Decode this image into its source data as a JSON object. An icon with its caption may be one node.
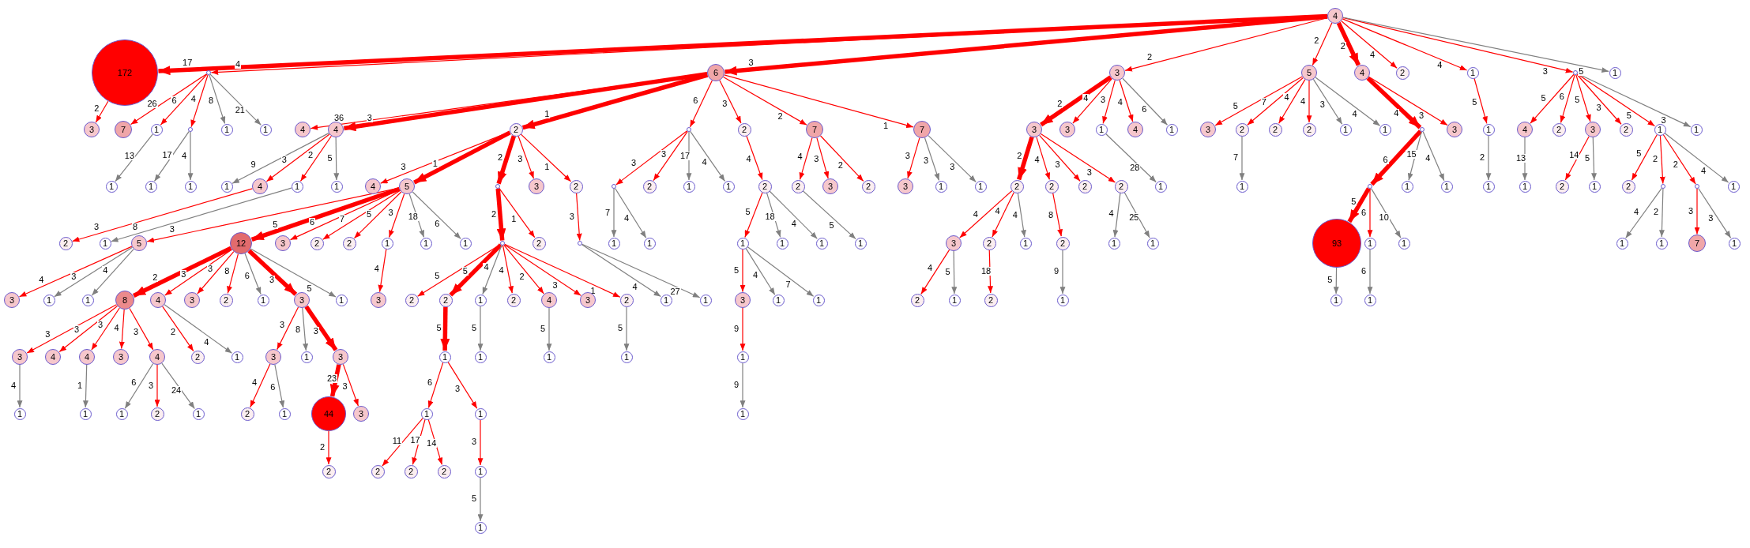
{
  "diagram": {
    "nodes": [
      {
        "text": [
          "4"
        ]
      },
      {
        "text": [
          "172"
        ]
      },
      {
        "text": [],
        "shape": "circle"
      },
      {
        "text": [
          "6"
        ]
      },
      {
        "text": [
          "3"
        ]
      },
      {
        "text": [
          "5"
        ]
      },
      {
        "text": [
          "4"
        ]
      },
      {
        "text": [
          "2"
        ]
      },
      {
        "text": [
          "1"
        ]
      },
      {
        "text": [],
        "shape": "circle"
      },
      {
        "text": [
          "1"
        ]
      },
      {
        "text": [
          "3"
        ]
      },
      {
        "text": [
          "7"
        ]
      },
      {
        "text": [
          "1"
        ]
      },
      {
        "text": [],
        "shape": "circle"
      },
      {
        "text": [
          "1"
        ]
      },
      {
        "text": [
          "1"
        ]
      },
      {
        "text": [
          "4"
        ]
      },
      {
        "text": [
          "4"
        ]
      },
      {
        "text": [
          "2"
        ]
      },
      {
        "text": [],
        "shape": "circle"
      },
      {
        "text": [
          "2"
        ]
      },
      {
        "text": [
          "7"
        ]
      },
      {
        "text": [
          "7"
        ]
      },
      {
        "text": [
          "3"
        ]
      },
      {
        "text": [
          "3"
        ]
      },
      {
        "text": [
          "1"
        ]
      },
      {
        "text": [
          "4"
        ]
      },
      {
        "text": [
          "1"
        ]
      },
      {
        "text": [
          "3"
        ]
      },
      {
        "text": [
          "2"
        ]
      },
      {
        "text": [
          "2"
        ]
      },
      {
        "text": [
          "2"
        ]
      },
      {
        "text": [
          "1"
        ]
      },
      {
        "text": [
          "1"
        ]
      },
      {
        "text": [],
        "shape": "circle"
      },
      {
        "text": [
          "3"
        ]
      },
      {
        "text": [
          "1"
        ]
      },
      {
        "text": [
          "4"
        ]
      },
      {
        "text": [
          "2"
        ]
      },
      {
        "text": [
          "3"
        ]
      },
      {
        "text": [
          "2"
        ]
      },
      {
        "text": [
          "1"
        ]
      },
      {
        "text": [
          "1"
        ]
      },
      {
        "text": [
          "1"
        ]
      },
      {
        "text": [
          "1"
        ]
      },
      {
        "text": [
          "1"
        ]
      },
      {
        "text": [
          "1"
        ]
      },
      {
        "text": [
          "4"
        ]
      },
      {
        "text": [
          "1"
        ]
      },
      {
        "text": [
          "1"
        ]
      },
      {
        "text": [
          "4"
        ]
      },
      {
        "text": [
          "5"
        ]
      },
      {
        "text": [],
        "shape": "circle"
      },
      {
        "text": [
          "3"
        ]
      },
      {
        "text": [
          "2"
        ]
      },
      {
        "text": [],
        "shape": "circle"
      },
      {
        "text": [
          "2"
        ]
      },
      {
        "text": [
          "1"
        ]
      },
      {
        "text": [
          "1"
        ]
      },
      {
        "text": [
          "2"
        ]
      },
      {
        "text": [
          "2"
        ]
      },
      {
        "text": [
          "3"
        ]
      },
      {
        "text": [
          "2"
        ]
      },
      {
        "text": [
          "3"
        ]
      },
      {
        "text": [
          "1"
        ]
      },
      {
        "text": [
          "1"
        ]
      },
      {
        "text": [
          "2"
        ]
      },
      {
        "text": [
          "2"
        ]
      },
      {
        "text": [
          "2"
        ]
      },
      {
        "text": [
          "2"
        ]
      },
      {
        "text": [
          "1"
        ]
      },
      {
        "text": [
          "1"
        ]
      },
      {
        "text": [],
        "shape": "circle"
      },
      {
        "text": [
          "1"
        ]
      },
      {
        "text": [
          "1"
        ]
      },
      {
        "text": [
          "1"
        ]
      },
      {
        "text": [
          "1"
        ]
      },
      {
        "text": [
          "2"
        ]
      },
      {
        "text": [
          "1"
        ]
      },
      {
        "text": [
          "2"
        ]
      },
      {
        "text": [],
        "shape": "circle"
      },
      {
        "text": [],
        "shape": "circle"
      },
      {
        "text": [
          "1"
        ]
      },
      {
        "text": [
          "2"
        ]
      },
      {
        "text": [
          "1"
        ]
      },
      {
        "text": [
          "5"
        ]
      },
      {
        "text": [
          "12"
        ]
      },
      {
        "text": [
          "3"
        ]
      },
      {
        "text": [
          "2"
        ]
      },
      {
        "text": [
          "2"
        ]
      },
      {
        "text": [
          "1"
        ]
      },
      {
        "text": [
          "1"
        ]
      },
      {
        "text": [
          "1"
        ]
      },
      {
        "text": [],
        "shape": "circle"
      },
      {
        "text": [
          "2"
        ]
      },
      {
        "text": [],
        "shape": "circle"
      },
      {
        "text": [
          "1"
        ]
      },
      {
        "text": [
          "1"
        ]
      },
      {
        "text": [
          "1"
        ]
      },
      {
        "text": [
          "1"
        ]
      },
      {
        "text": [
          "1"
        ]
      },
      {
        "text": [
          "1"
        ]
      },
      {
        "text": [
          "3"
        ]
      },
      {
        "text": [
          "2"
        ]
      },
      {
        "text": [
          "1"
        ]
      },
      {
        "text": [
          "2"
        ]
      },
      {
        "text": [
          "1"
        ]
      },
      {
        "text": [
          "1"
        ]
      },
      {
        "text": [
          "93"
        ]
      },
      {
        "text": [
          "1"
        ]
      },
      {
        "text": [
          "1"
        ]
      },
      {
        "text": [
          "1"
        ]
      },
      {
        "text": [
          "1"
        ]
      },
      {
        "text": [
          "7"
        ]
      },
      {
        "text": [
          "1"
        ]
      },
      {
        "text": [
          "3"
        ]
      },
      {
        "text": [
          "1"
        ]
      },
      {
        "text": [
          "1"
        ]
      },
      {
        "text": [
          "8"
        ]
      },
      {
        "text": [
          "4"
        ]
      },
      {
        "text": [
          "3"
        ]
      },
      {
        "text": [
          "2"
        ]
      },
      {
        "text": [
          "1"
        ]
      },
      {
        "text": [
          "3"
        ]
      },
      {
        "text": [
          "1"
        ]
      },
      {
        "text": [
          "3"
        ]
      },
      {
        "text": [
          "2"
        ]
      },
      {
        "text": [
          "2"
        ]
      },
      {
        "text": [
          "1"
        ]
      },
      {
        "text": [
          "2"
        ]
      },
      {
        "text": [
          "4"
        ]
      },
      {
        "text": [
          "3"
        ]
      },
      {
        "text": [
          "2"
        ]
      },
      {
        "text": [
          "1"
        ]
      },
      {
        "text": [
          "1"
        ]
      },
      {
        "text": [
          "3"
        ]
      },
      {
        "text": [
          "1"
        ]
      },
      {
        "text": [
          "1"
        ]
      },
      {
        "text": [
          "2"
        ]
      },
      {
        "text": [
          "1"
        ]
      },
      {
        "text": [
          "2"
        ]
      },
      {
        "text": [
          "1"
        ]
      },
      {
        "text": [
          "1"
        ]
      },
      {
        "text": [
          "1"
        ]
      },
      {
        "text": [
          "3"
        ]
      },
      {
        "text": [
          "4"
        ]
      },
      {
        "text": [
          "4"
        ]
      },
      {
        "text": [
          "3"
        ]
      },
      {
        "text": [
          "4"
        ]
      },
      {
        "text": [
          "2"
        ]
      },
      {
        "text": [
          "1"
        ]
      },
      {
        "text": [
          "3"
        ]
      },
      {
        "text": [
          "1"
        ]
      },
      {
        "text": [
          "3"
        ]
      },
      {
        "text": [
          "1"
        ]
      },
      {
        "text": [
          "1"
        ]
      },
      {
        "text": [
          "1"
        ]
      },
      {
        "text": [
          "1"
        ]
      },
      {
        "text": [
          "1"
        ]
      },
      {
        "text": [
          "1"
        ]
      },
      {
        "text": [
          "1"
        ]
      },
      {
        "text": [
          "1"
        ]
      },
      {
        "text": [
          "2"
        ]
      },
      {
        "text": [
          "1"
        ]
      },
      {
        "text": [
          "2"
        ]
      },
      {
        "text": [
          "1"
        ]
      },
      {
        "text": [
          "44"
        ]
      },
      {
        "text": [
          "3"
        ]
      },
      {
        "text": [
          "1"
        ]
      },
      {
        "text": [
          "1"
        ]
      },
      {
        "text": [
          "1"
        ]
      },
      {
        "text": [
          "2"
        ]
      },
      {
        "text": [
          "2"
        ]
      },
      {
        "text": [
          "2"
        ]
      },
      {
        "text": [
          "2"
        ]
      },
      {
        "text": [
          "1"
        ]
      },
      {
        "text": [
          "1"
        ]
      }
    ],
    "edges": [
      {
        "from": 0,
        "to": 1,
        "arrow": "to",
        "label": "17",
        "style": "thick"
      },
      {
        "from": 0,
        "to": 2,
        "arrow": "to",
        "label": "4"
      },
      {
        "from": 0,
        "to": 3,
        "arrow": "to",
        "label": "3",
        "style": "thick"
      },
      {
        "from": 0,
        "to": 4,
        "arrow": "to",
        "label": "2"
      },
      {
        "from": 0,
        "to": 5,
        "arrow": "to",
        "label": "2"
      },
      {
        "from": 0,
        "to": 6,
        "arrow": "to",
        "label": "2",
        "style": "thick"
      },
      {
        "from": 0,
        "to": 7,
        "arrow": "to",
        "label": "4"
      },
      {
        "from": 0,
        "to": 8,
        "arrow": "to",
        "label": "4"
      },
      {
        "from": 0,
        "to": 9,
        "arrow": "to",
        "label": "3"
      },
      {
        "from": 0,
        "to": 10,
        "arrow": "to",
        "label": "5",
        "color": "#808080"
      },
      {
        "from": 1,
        "to": 11,
        "arrow": "to",
        "label": "2"
      },
      {
        "from": 2,
        "to": 12,
        "arrow": "to",
        "label": "26"
      },
      {
        "from": 2,
        "to": 13,
        "arrow": "to",
        "label": "6"
      },
      {
        "from": 2,
        "to": 14,
        "arrow": "to",
        "label": "4"
      },
      {
        "from": 2,
        "to": 15,
        "arrow": "to",
        "label": "8",
        "color": "#808080"
      },
      {
        "from": 2,
        "to": 16,
        "arrow": "to",
        "label": "21",
        "color": "#808080"
      },
      {
        "from": 3,
        "to": 17,
        "arrow": "to",
        "label": "36"
      },
      {
        "from": 3,
        "to": 18,
        "arrow": "to",
        "label": "3",
        "style": "thick"
      },
      {
        "from": 3,
        "to": 19,
        "arrow": "to",
        "label": "1",
        "style": "thick"
      },
      {
        "from": 3,
        "to": 20,
        "arrow": "to",
        "label": "6"
      },
      {
        "from": 3,
        "to": 21,
        "arrow": "to",
        "label": "3"
      },
      {
        "from": 3,
        "to": 22,
        "arrow": "to",
        "label": "2"
      },
      {
        "from": 3,
        "to": 23,
        "arrow": "to",
        "label": "1"
      },
      {
        "from": 4,
        "to": 24,
        "arrow": "to",
        "label": "2",
        "style": "thick"
      },
      {
        "from": 4,
        "to": 25,
        "arrow": "to",
        "label": "4"
      },
      {
        "from": 4,
        "to": 26,
        "arrow": "to",
        "label": "3"
      },
      {
        "from": 4,
        "to": 27,
        "arrow": "to",
        "label": "4"
      },
      {
        "from": 4,
        "to": 28,
        "arrow": "to",
        "label": "6",
        "color": "#808080"
      },
      {
        "from": 5,
        "to": 29,
        "arrow": "to",
        "label": "5"
      },
      {
        "from": 5,
        "to": 30,
        "arrow": "to",
        "label": "7"
      },
      {
        "from": 5,
        "to": 31,
        "arrow": "to",
        "label": "4"
      },
      {
        "from": 5,
        "to": 32,
        "arrow": "to",
        "label": "4"
      },
      {
        "from": 5,
        "to": 33,
        "arrow": "to",
        "label": "3",
        "color": "#808080"
      },
      {
        "from": 5,
        "to": 34,
        "arrow": "to",
        "label": "4",
        "color": "#808080"
      },
      {
        "from": 6,
        "to": 35,
        "arrow": "to",
        "label": "4",
        "style": "thick"
      },
      {
        "from": 6,
        "to": 36,
        "arrow": "to",
        "label": "3"
      },
      {
        "from": 8,
        "to": 37,
        "arrow": "to",
        "label": "5"
      },
      {
        "from": 9,
        "to": 38,
        "arrow": "to",
        "label": "5"
      },
      {
        "from": 9,
        "to": 39,
        "arrow": "to",
        "label": "6"
      },
      {
        "from": 9,
        "to": 40,
        "arrow": "to",
        "label": "5"
      },
      {
        "from": 9,
        "to": 41,
        "arrow": "to",
        "label": "3"
      },
      {
        "from": 9,
        "to": 42,
        "arrow": "to",
        "label": "5"
      },
      {
        "from": 9,
        "to": 43,
        "arrow": "to",
        "label": "3",
        "color": "#808080"
      },
      {
        "from": 13,
        "to": 44,
        "arrow": "to",
        "label": "13",
        "color": "#808080"
      },
      {
        "from": 14,
        "to": 45,
        "arrow": "to",
        "label": "17",
        "color": "#808080"
      },
      {
        "from": 14,
        "to": 46,
        "arrow": "to",
        "label": "4",
        "color": "#808080"
      },
      {
        "from": 18,
        "to": 47,
        "arrow": "to",
        "label": "9",
        "color": "#808080"
      },
      {
        "from": 18,
        "to": 48,
        "arrow": "to",
        "label": "3"
      },
      {
        "from": 18,
        "to": 49,
        "arrow": "to",
        "label": "2"
      },
      {
        "from": 18,
        "to": 50,
        "arrow": "to",
        "label": "5",
        "color": "#808080"
      },
      {
        "from": 19,
        "to": 51,
        "arrow": "to",
        "label": "3"
      },
      {
        "from": 19,
        "to": 52,
        "arrow": "to",
        "label": "1",
        "style": "thick"
      },
      {
        "from": 19,
        "to": 53,
        "arrow": "to",
        "label": "2",
        "style": "thick"
      },
      {
        "from": 19,
        "to": 54,
        "arrow": "to",
        "label": "3"
      },
      {
        "from": 19,
        "to": 55,
        "arrow": "to",
        "label": "1"
      },
      {
        "from": 20,
        "to": 56,
        "arrow": "to",
        "label": "3"
      },
      {
        "from": 20,
        "to": 57,
        "arrow": "to",
        "label": "3"
      },
      {
        "from": 20,
        "to": 58,
        "arrow": "to",
        "label": "17",
        "color": "#808080"
      },
      {
        "from": 20,
        "to": 59,
        "arrow": "to",
        "label": "4",
        "color": "#808080"
      },
      {
        "from": 21,
        "to": 60,
        "arrow": "to",
        "label": "4"
      },
      {
        "from": 22,
        "to": 61,
        "arrow": "to",
        "label": "4"
      },
      {
        "from": 22,
        "to": 62,
        "arrow": "to",
        "label": "3"
      },
      {
        "from": 22,
        "to": 63,
        "arrow": "to",
        "label": "2"
      },
      {
        "from": 23,
        "to": 64,
        "arrow": "to",
        "label": "3"
      },
      {
        "from": 23,
        "to": 65,
        "arrow": "to",
        "label": "3",
        "color": "#808080"
      },
      {
        "from": 23,
        "to": 66,
        "arrow": "to",
        "label": "3",
        "color": "#808080"
      },
      {
        "from": 24,
        "to": 67,
        "arrow": "to",
        "label": "2",
        "style": "thick"
      },
      {
        "from": 24,
        "to": 68,
        "arrow": "to",
        "label": "4"
      },
      {
        "from": 24,
        "to": 69,
        "arrow": "to",
        "label": "3"
      },
      {
        "from": 24,
        "to": 70,
        "arrow": "to",
        "label": "3"
      },
      {
        "from": 26,
        "to": 71,
        "arrow": "to",
        "label": "28",
        "color": "#808080"
      },
      {
        "from": 30,
        "to": 72,
        "arrow": "to",
        "label": "7",
        "color": "#808080"
      },
      {
        "from": 35,
        "to": 73,
        "arrow": "to",
        "label": "6",
        "style": "thick"
      },
      {
        "from": 35,
        "to": 74,
        "arrow": "to",
        "label": "15",
        "color": "#808080"
      },
      {
        "from": 35,
        "to": 75,
        "arrow": "to",
        "label": "4",
        "color": "#808080"
      },
      {
        "from": 37,
        "to": 76,
        "arrow": "to",
        "label": "2",
        "color": "#808080"
      },
      {
        "from": 38,
        "to": 77,
        "arrow": "to",
        "label": "13",
        "color": "#808080"
      },
      {
        "from": 40,
        "to": 78,
        "arrow": "to",
        "label": "14"
      },
      {
        "from": 40,
        "to": 79,
        "arrow": "to",
        "label": "5",
        "color": "#808080"
      },
      {
        "from": 42,
        "to": 80,
        "arrow": "to",
        "label": "5"
      },
      {
        "from": 42,
        "to": 81,
        "arrow": "to",
        "label": "2"
      },
      {
        "from": 42,
        "to": 82,
        "arrow": "to",
        "label": "2"
      },
      {
        "from": 42,
        "to": 83,
        "arrow": "to",
        "label": "4",
        "color": "#808080"
      },
      {
        "from": 48,
        "to": 84,
        "arrow": "to",
        "label": "3"
      },
      {
        "from": 49,
        "to": 85,
        "arrow": "to",
        "label": "8",
        "color": "#808080"
      },
      {
        "from": 52,
        "to": 86,
        "arrow": "to",
        "label": "3"
      },
      {
        "from": 52,
        "to": 87,
        "arrow": "to",
        "label": "5",
        "style": "thick"
      },
      {
        "from": 52,
        "to": 88,
        "arrow": "to",
        "label": "6"
      },
      {
        "from": 52,
        "to": 89,
        "arrow": "to",
        "label": "7"
      },
      {
        "from": 52,
        "to": 90,
        "arrow": "to",
        "label": "5"
      },
      {
        "from": 52,
        "to": 91,
        "arrow": "to",
        "label": "3"
      },
      {
        "from": 52,
        "to": 92,
        "arrow": "to",
        "label": "18",
        "color": "#808080"
      },
      {
        "from": 52,
        "to": 93,
        "arrow": "to",
        "label": "6",
        "color": "#808080"
      },
      {
        "from": 53,
        "to": 94,
        "arrow": "to",
        "label": "2",
        "style": "thick"
      },
      {
        "from": 53,
        "to": 95,
        "arrow": "to",
        "label": "1"
      },
      {
        "from": 55,
        "to": 96,
        "arrow": "to",
        "label": "3"
      },
      {
        "from": 56,
        "to": 97,
        "arrow": "to",
        "label": "7",
        "color": "#808080"
      },
      {
        "from": 56,
        "to": 98,
        "arrow": "to",
        "label": "4",
        "color": "#808080"
      },
      {
        "from": 60,
        "to": 99,
        "arrow": "to",
        "label": "5"
      },
      {
        "from": 60,
        "to": 100,
        "arrow": "to",
        "label": "18",
        "color": "#808080"
      },
      {
        "from": 60,
        "to": 101,
        "arrow": "to",
        "label": "4",
        "color": "#808080"
      },
      {
        "from": 61,
        "to": 102,
        "arrow": "to",
        "label": "5",
        "color": "#808080"
      },
      {
        "from": 67,
        "to": 103,
        "arrow": "to",
        "label": "4"
      },
      {
        "from": 67,
        "to": 104,
        "arrow": "to",
        "label": "4"
      },
      {
        "from": 67,
        "to": 105,
        "arrow": "to",
        "label": "4",
        "color": "#808080"
      },
      {
        "from": 68,
        "to": 106,
        "arrow": "to",
        "label": "8"
      },
      {
        "from": 70,
        "to": 107,
        "arrow": "to",
        "label": "4",
        "color": "#808080"
      },
      {
        "from": 70,
        "to": 108,
        "arrow": "to",
        "label": "25",
        "color": "#808080"
      },
      {
        "from": 73,
        "to": 109,
        "arrow": "to",
        "label": "5",
        "style": "thick"
      },
      {
        "from": 73,
        "to": 110,
        "arrow": "to",
        "label": "6"
      },
      {
        "from": 73,
        "to": 111,
        "arrow": "to",
        "label": "10",
        "color": "#808080"
      },
      {
        "from": 81,
        "to": 112,
        "arrow": "to",
        "label": "4",
        "color": "#808080"
      },
      {
        "from": 81,
        "to": 113,
        "arrow": "to",
        "label": "2",
        "color": "#808080"
      },
      {
        "from": 82,
        "to": 114,
        "arrow": "to",
        "label": "3"
      },
      {
        "from": 82,
        "to": 115,
        "arrow": "to",
        "label": "3",
        "color": "#808080"
      },
      {
        "from": 86,
        "to": 116,
        "arrow": "to",
        "label": "4"
      },
      {
        "from": 86,
        "to": 117,
        "arrow": "to",
        "label": "3",
        "color": "#808080"
      },
      {
        "from": 86,
        "to": 118,
        "arrow": "to",
        "label": "4",
        "color": "#808080"
      },
      {
        "from": 87,
        "to": 119,
        "arrow": "to",
        "label": "2",
        "style": "thick"
      },
      {
        "from": 87,
        "to": 120,
        "arrow": "to",
        "label": "3"
      },
      {
        "from": 87,
        "to": 121,
        "arrow": "to",
        "label": "3"
      },
      {
        "from": 87,
        "to": 122,
        "arrow": "to",
        "label": "8"
      },
      {
        "from": 87,
        "to": 123,
        "arrow": "to",
        "label": "6",
        "color": "#808080"
      },
      {
        "from": 87,
        "to": 124,
        "arrow": "to",
        "label": "3",
        "style": "thick"
      },
      {
        "from": 87,
        "to": 125,
        "arrow": "to",
        "label": "5",
        "color": "#808080"
      },
      {
        "from": 91,
        "to": 126,
        "arrow": "to",
        "label": "4"
      },
      {
        "from": 94,
        "to": 127,
        "arrow": "to",
        "label": "5"
      },
      {
        "from": 94,
        "to": 128,
        "arrow": "to",
        "label": "5",
        "style": "thick"
      },
      {
        "from": 94,
        "to": 129,
        "arrow": "to",
        "label": "4",
        "color": "#808080"
      },
      {
        "from": 94,
        "to": 130,
        "arrow": "to",
        "label": "4"
      },
      {
        "from": 94,
        "to": 131,
        "arrow": "to",
        "label": "2"
      },
      {
        "from": 94,
        "to": 132,
        "arrow": "to",
        "label": "3"
      },
      {
        "from": 94,
        "to": 133,
        "arrow": "to",
        "label": "1"
      },
      {
        "from": 96,
        "to": 134,
        "arrow": "to",
        "label": "4",
        "color": "#808080"
      },
      {
        "from": 96,
        "to": 135,
        "arrow": "to",
        "label": "27",
        "color": "#808080"
      },
      {
        "from": 99,
        "to": 136,
        "arrow": "to",
        "label": "5"
      },
      {
        "from": 99,
        "to": 137,
        "arrow": "to",
        "label": "4",
        "color": "#808080"
      },
      {
        "from": 99,
        "to": 138,
        "arrow": "to",
        "label": "7",
        "color": "#808080"
      },
      {
        "from": 103,
        "to": 139,
        "arrow": "to",
        "label": "4"
      },
      {
        "from": 103,
        "to": 140,
        "arrow": "to",
        "label": "5",
        "color": "#808080"
      },
      {
        "from": 104,
        "to": 141,
        "arrow": "to",
        "label": "18"
      },
      {
        "from": 106,
        "to": 142,
        "arrow": "to",
        "label": "9",
        "color": "#808080"
      },
      {
        "from": 109,
        "to": 143,
        "arrow": "to",
        "label": "5",
        "color": "#808080"
      },
      {
        "from": 110,
        "to": 144,
        "arrow": "to",
        "label": "6",
        "color": "#808080"
      },
      {
        "from": 119,
        "to": 145,
        "arrow": "to",
        "label": "3"
      },
      {
        "from": 119,
        "to": 146,
        "arrow": "to",
        "label": "3"
      },
      {
        "from": 119,
        "to": 147,
        "arrow": "to",
        "label": "3"
      },
      {
        "from": 119,
        "to": 148,
        "arrow": "to",
        "label": "4"
      },
      {
        "from": 119,
        "to": 149,
        "arrow": "to",
        "label": "3"
      },
      {
        "from": 120,
        "to": 150,
        "arrow": "to",
        "label": "2"
      },
      {
        "from": 120,
        "to": 151,
        "arrow": "to",
        "label": "4",
        "color": "#808080"
      },
      {
        "from": 124,
        "to": 152,
        "arrow": "to",
        "label": "3"
      },
      {
        "from": 124,
        "to": 153,
        "arrow": "to",
        "label": "8",
        "color": "#808080"
      },
      {
        "from": 124,
        "to": 154,
        "arrow": "to",
        "label": "3",
        "style": "thick"
      },
      {
        "from": 128,
        "to": 155,
        "arrow": "to",
        "label": "5",
        "style": "thick"
      },
      {
        "from": 129,
        "to": 156,
        "arrow": "to",
        "label": "5",
        "color": "#808080"
      },
      {
        "from": 131,
        "to": 157,
        "arrow": "to",
        "label": "5",
        "color": "#808080"
      },
      {
        "from": 133,
        "to": 158,
        "arrow": "to",
        "label": "5",
        "color": "#808080"
      },
      {
        "from": 136,
        "to": 159,
        "arrow": "to",
        "label": "9"
      },
      {
        "from": 145,
        "to": 160,
        "arrow": "to",
        "label": "4",
        "color": "#808080"
      },
      {
        "from": 147,
        "to": 161,
        "arrow": "to",
        "label": "1",
        "color": "#808080"
      },
      {
        "from": 149,
        "to": 162,
        "arrow": "to",
        "label": "6",
        "color": "#808080"
      },
      {
        "from": 149,
        "to": 163,
        "arrow": "to",
        "label": "3"
      },
      {
        "from": 149,
        "to": 164,
        "arrow": "to",
        "label": "24",
        "color": "#808080"
      },
      {
        "from": 152,
        "to": 165,
        "arrow": "to",
        "label": "4"
      },
      {
        "from": 152,
        "to": 166,
        "arrow": "to",
        "label": "6",
        "color": "#808080"
      },
      {
        "from": 154,
        "to": 167,
        "arrow": "to",
        "label": "23",
        "style": "thick"
      },
      {
        "from": 154,
        "to": 168,
        "arrow": "to",
        "label": "3"
      },
      {
        "from": 155,
        "to": 169,
        "arrow": "to",
        "label": "6"
      },
      {
        "from": 155,
        "to": 170,
        "arrow": "to",
        "label": "3"
      },
      {
        "from": 159,
        "to": 171,
        "arrow": "to",
        "label": "9",
        "color": "#808080"
      },
      {
        "from": 167,
        "to": 172,
        "arrow": "to",
        "label": "2"
      },
      {
        "from": 169,
        "to": 173,
        "arrow": "to",
        "label": "11"
      },
      {
        "from": 169,
        "to": 174,
        "arrow": "to",
        "label": "17"
      },
      {
        "from": 169,
        "to": 175,
        "arrow": "to",
        "label": "14"
      },
      {
        "from": 170,
        "to": 176,
        "arrow": "to",
        "label": "3"
      },
      {
        "from": 176,
        "to": 177,
        "arrow": "to",
        "label": "5",
        "color": "#808080"
      }
    ]
  }
}
